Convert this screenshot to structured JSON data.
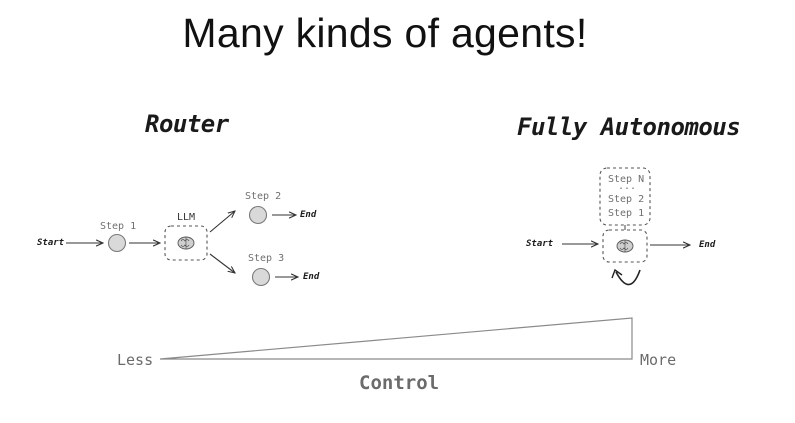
{
  "title": "Many kinds of agents!",
  "router": {
    "heading": "Router",
    "start": "Start",
    "step1": "Step 1",
    "llm": "LLM",
    "step2": "Step 2",
    "step3": "Step 3",
    "end_top": "End",
    "end_bottom": "End"
  },
  "autonomous": {
    "heading": "Fully Autonomous",
    "start": "Start",
    "end": "End",
    "stack": [
      "Step N",
      "...",
      "Step 2",
      "Step 1"
    ]
  },
  "scale": {
    "less": "Less",
    "more": "More",
    "label": "Control"
  },
  "icons": {
    "llm_brain": "brain-icon",
    "loop": "loop-arrow-icon"
  },
  "colors": {
    "node_fill": "#d9d9d9",
    "node_stroke": "#7a7a7a",
    "dashed_stroke": "#555555",
    "scale_stroke": "#8a8a8a",
    "text_gray": "#6b6b6b"
  }
}
